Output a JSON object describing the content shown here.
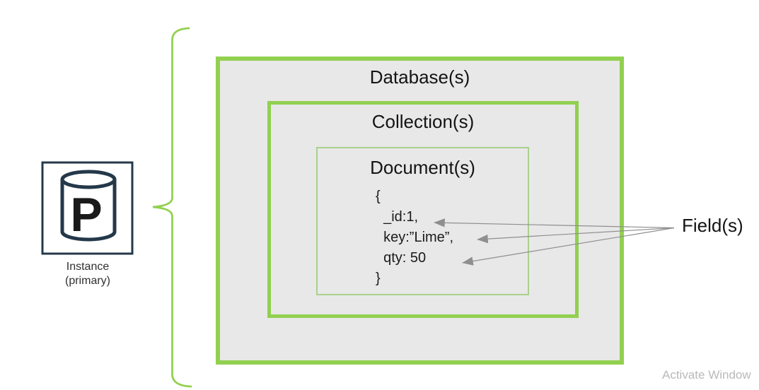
{
  "colors": {
    "accent_green": "#92d050",
    "light_green": "#a9d18e",
    "box_fill": "#e8e8e8",
    "icon_dark": "#24384a",
    "arrow_gray": "#8f8f8f",
    "watermark_gray": "#b9b9b9"
  },
  "instance": {
    "icon": "database-cylinder-icon",
    "icon_letter": "P",
    "label_line1": "Instance",
    "label_line2": "(primary)"
  },
  "database_box": {
    "title": "Database(s)"
  },
  "collection_box": {
    "title": "Collection(s)"
  },
  "document_box": {
    "title": "Document(s)",
    "code_lines": [
      "{",
      "  _id:1,",
      "  key:”Lime”,",
      "  qty: 50",
      "}"
    ]
  },
  "fields_label": "Field(s)",
  "watermark": "Activate Window"
}
